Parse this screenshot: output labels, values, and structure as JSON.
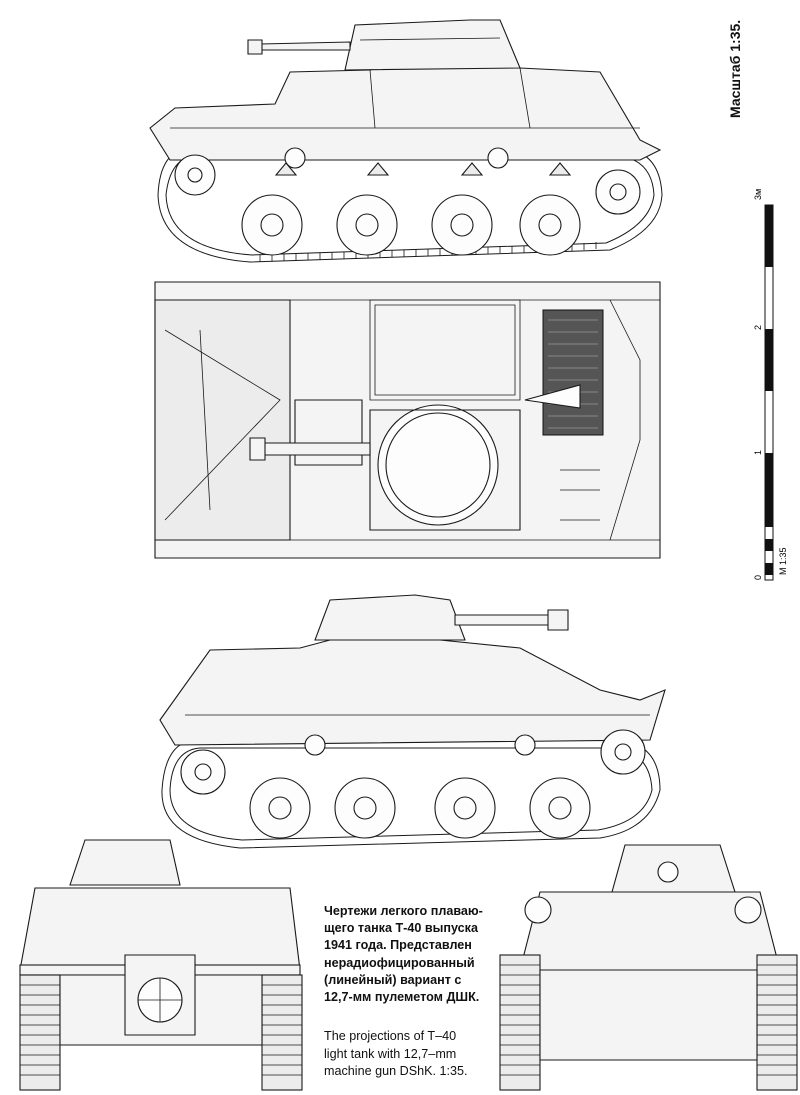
{
  "caption_ru": "Чертежи легкого плаваю-\nщего танка Т-40 выпуска\n1941 года. Представлен\nнерадиофицированный\n(линейный) вариант с\n12,7-мм пулеметом ДШК.",
  "caption_en": "The projections of T–40\nlight tank with 12,7–mm\nmachine gun DShK. 1:35.",
  "scale": {
    "title": "Масштаб 1:35.",
    "unit": "3м",
    "ticks": [
      "0",
      "1",
      "2"
    ],
    "note": "М 1:35"
  },
  "views": {
    "side_left": "left side view",
    "top": "top view",
    "side_right": "right side view",
    "rear": "rear view",
    "front": "front view"
  }
}
